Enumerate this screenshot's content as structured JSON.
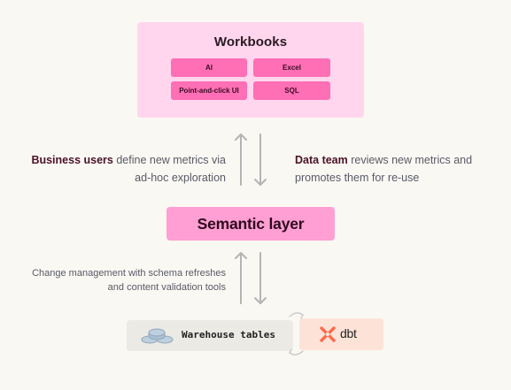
{
  "workbooks": {
    "title": "Workbooks",
    "options": [
      "AI",
      "Excel",
      "Point-and-click UI",
      "SQL"
    ]
  },
  "business_note": {
    "bold": "Business users",
    "rest": " define new metrics via ad-hoc exploration"
  },
  "data_team_note": {
    "bold": "Data team",
    "rest": " reviews new metrics and promotes them for re-use"
  },
  "semantic_layer": {
    "label": "Semantic layer"
  },
  "change_note": {
    "text": "Change management with schema refreshes and content validation tools"
  },
  "warehouse": {
    "label": "Warehouse tables",
    "icon": "database-stack-icon"
  },
  "dbt": {
    "label": "dbt",
    "icon": "dbt-logo-icon"
  },
  "colors": {
    "background": "#faf8f3",
    "workbooks_card": "#ffd6ee",
    "chip": "#ff6fb5",
    "semantic": "#ff9fd3",
    "warehouse": "#eceae5",
    "dbt_card": "#fde3d7",
    "dbt_brand": "#ff694b",
    "arrow": "#b4b4b4"
  }
}
